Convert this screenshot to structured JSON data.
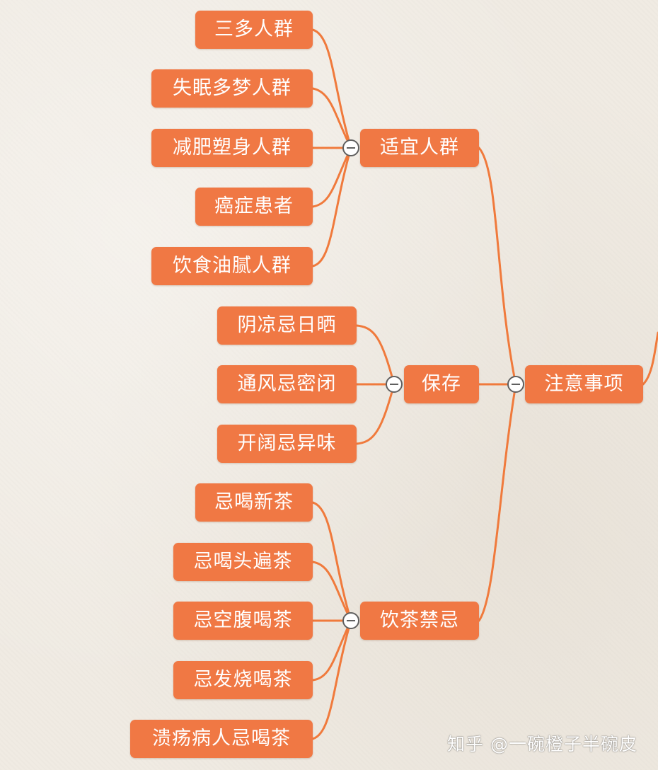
{
  "mindmap": {
    "root": "注意事项",
    "branches": [
      {
        "label": "适宜人群",
        "children": [
          "三多人群",
          "失眠多梦人群",
          "减肥塑身人群",
          "癌症患者",
          "饮食油腻人群"
        ]
      },
      {
        "label": "保存",
        "children": [
          "阴凉忌日晒",
          "通风忌密闭",
          "开阔忌异味"
        ]
      },
      {
        "label": "饮茶禁忌",
        "children": [
          "忌喝新茶",
          "忌喝头遍茶",
          "忌空腹喝茶",
          "忌发烧喝茶",
          "溃疡病人忌喝茶"
        ]
      }
    ]
  },
  "colors": {
    "node_fill": "#f07844",
    "link_stroke": "#f07a3c",
    "node_text": "#ffffff"
  },
  "watermark": "知乎 @一碗橙子半碗皮"
}
